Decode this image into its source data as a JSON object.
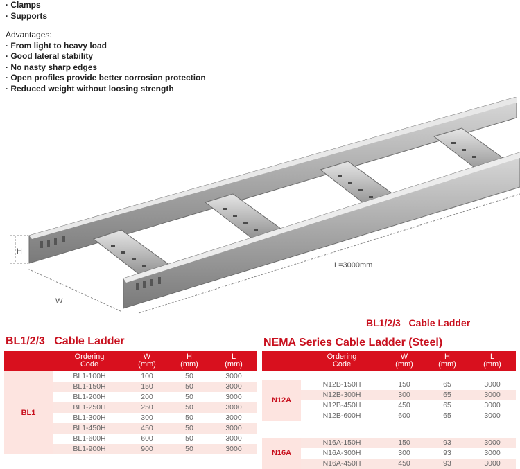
{
  "features": [
    "· Clamps",
    "· Supports"
  ],
  "advantages_heading": "Advantages:",
  "advantages": [
    "· From light to heavy load",
    "· Good lateral stability",
    "· No nasty sharp edges",
    "· Open profiles provide better corrosion protection",
    "· Reduced weight without loosing strength"
  ],
  "figure": {
    "h_label": "H",
    "w_label": "W",
    "length_label": "L=3000mm",
    "caption": "BL1/2/3   Cable Ladder"
  },
  "table1": {
    "title": "BL1/2/3   Cable Ladder",
    "headers": [
      "Ordering\nCode",
      "W\n(mm)",
      "H\n(mm)",
      "L\n(mm)"
    ],
    "group": "BL1",
    "rows": [
      [
        "BL1-100H",
        "100",
        "50",
        "3000"
      ],
      [
        "BL1-150H",
        "150",
        "50",
        "3000"
      ],
      [
        "BL1-200H",
        "200",
        "50",
        "3000"
      ],
      [
        "BL1-250H",
        "250",
        "50",
        "3000"
      ],
      [
        "BL1-300H",
        "300",
        "50",
        "3000"
      ],
      [
        "BL1-450H",
        "450",
        "50",
        "3000"
      ],
      [
        "BL1-600H",
        "600",
        "50",
        "3000"
      ],
      [
        "BL1-900H",
        "900",
        "50",
        "3000"
      ]
    ]
  },
  "table2": {
    "title": "NEMA Series Cable Ladder (Steel)",
    "headers": [
      "Ordering\nCode",
      "W\n(mm)",
      "H\n(mm)",
      "L\n(mm)"
    ],
    "groups": [
      {
        "name": "N12A",
        "rows": [
          [
            "N12B-150H",
            "150",
            "65",
            "3000"
          ],
          [
            "N12B-300H",
            "300",
            "65",
            "3000"
          ],
          [
            "N12B-450H",
            "450",
            "65",
            "3000"
          ],
          [
            "N12B-600H",
            "600",
            "65",
            "3000"
          ]
        ]
      },
      {
        "name": "N16A",
        "rows": [
          [
            "N16A-150H",
            "150",
            "93",
            "3000"
          ],
          [
            "N16A-300H",
            "300",
            "93",
            "3000"
          ],
          [
            "N16A-450H",
            "450",
            "93",
            "3000"
          ]
        ]
      }
    ]
  },
  "colors": {
    "accent": "#d8101e",
    "row_tint": "#fbe6e2",
    "steel": "#9a9a9a"
  }
}
